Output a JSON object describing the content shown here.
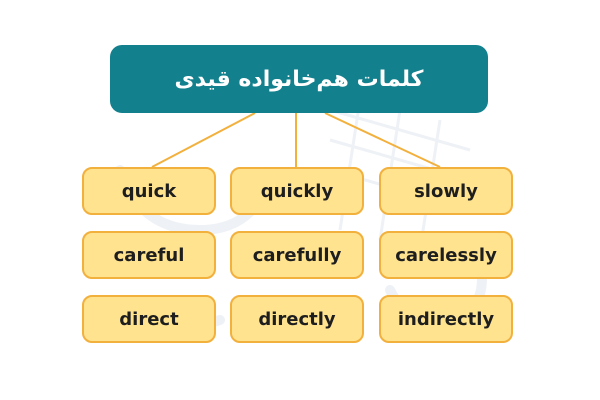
{
  "title": "کلمات هم‌خانواده قیدی",
  "colors": {
    "title_bg": "#12808d",
    "title_text": "#ffffff",
    "box_fill": "#ffe38f",
    "box_border": "#f2b03d",
    "connector": "#f2b03d"
  },
  "words": {
    "row1": [
      "quick",
      "quickly",
      "slowly"
    ],
    "row2": [
      "careful",
      "carefully",
      "carelessly"
    ],
    "row3": [
      "direct",
      "directly",
      "indirectly"
    ]
  }
}
